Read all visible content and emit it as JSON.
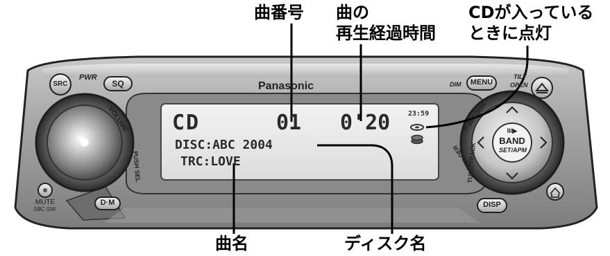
{
  "annotations": {
    "track_number": "曲番号",
    "elapsed_line1": "曲の",
    "elapsed_line2": "再生経過時間",
    "cd_indicator_line1": "CDが入っている",
    "cd_indicator_line2": "ときに点灯",
    "track_name": "曲名",
    "disc_name": "ディスク名"
  },
  "unit": {
    "brand": "Panasonic",
    "buttons": {
      "src": "SRC",
      "sq": "SQ",
      "pwr": "PWR",
      "dim": "DIM",
      "menu": "MENU",
      "tilt": "TILT",
      "open": "OPEN",
      "dm": "D·M",
      "disp": "DISP",
      "mute": "MUTE",
      "mute_sub": "SBC·SW",
      "band": "BAND",
      "band_top": "II/▶",
      "band_sub": "SET/APM"
    },
    "arc_labels": {
      "volume": "VOLUME",
      "push_sel": "PUSH SEL",
      "preset": "P·SET/DISC",
      "tune": "TUNE/TRACK",
      "folder": "FOLDER"
    }
  },
  "display": {
    "source": "CD",
    "track": "01",
    "time": "0'20",
    "clock": "23:59",
    "disc_line": "DISC:ABC 2004",
    "track_line": "TRC:LOVE"
  }
}
